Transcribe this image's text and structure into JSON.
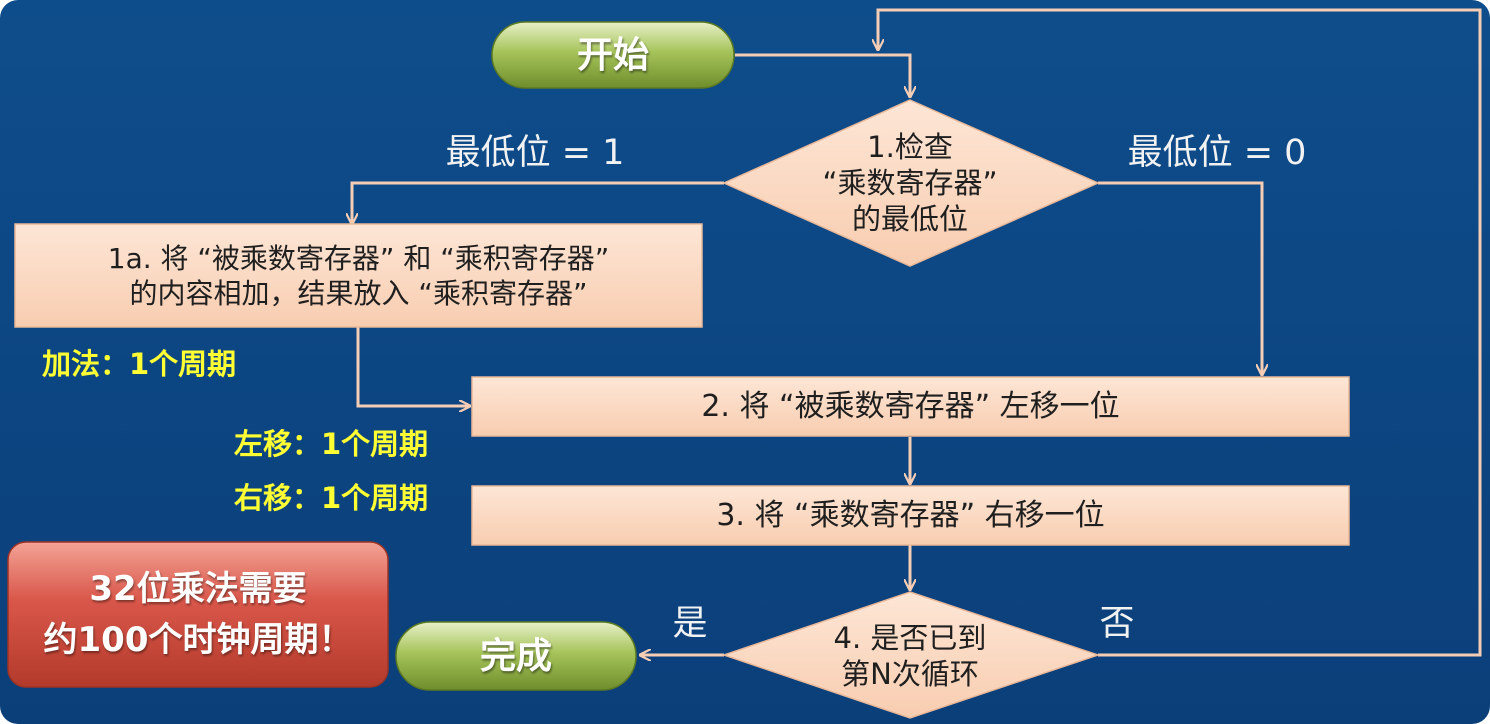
{
  "flowchart": {
    "start_label": "开始",
    "end_label": "完成",
    "step1": {
      "line1": "1.检查",
      "line2": "“乘数寄存器”",
      "line3": "的最低位"
    },
    "branch_lsb1": "最低位 = 1",
    "branch_lsb0": "最低位 = 0",
    "step1a": {
      "line1": "1a. 将 “被乘数寄存器” 和 “乘积寄存器”",
      "line2": "的内容相加，结果放入 “乘积寄存器”"
    },
    "step2": "2. 将 “被乘数寄存器” 左移一位",
    "step3": "3. 将 “乘数寄存器” 右移一位",
    "step4": {
      "line1": "4. 是否已到",
      "line2": "第N次循环"
    },
    "yes_label": "是",
    "no_label": "否"
  },
  "notes": {
    "add": "加法：1个周期",
    "shift_left": "左移：1个周期",
    "shift_right": "右移：1个周期"
  },
  "callout": {
    "line1": "32位乘法需要",
    "line2": "约100个时钟周期！"
  },
  "colors": {
    "background": "#0b3f7a",
    "box_fill": "#fbd9c3",
    "connector": "#f5cdb4",
    "pill_green": "#9cbc4a",
    "note_yellow": "#ffff33",
    "callout_red": "#d04a3a"
  }
}
